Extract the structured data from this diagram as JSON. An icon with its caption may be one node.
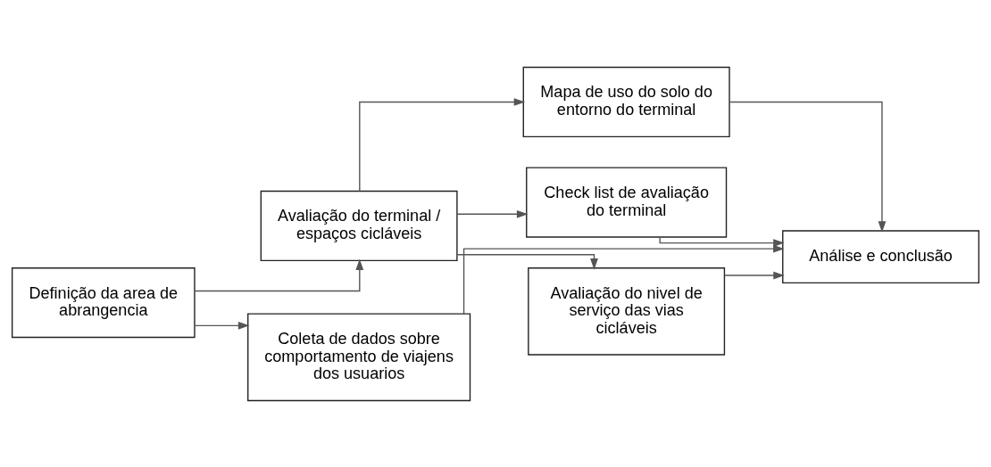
{
  "diagram": {
    "nodes": [
      {
        "text": [
          "Definição da area de abrangencia"
        ]
      },
      {
        "text": [
          "Avaliação do terminal / espaços cicláveis"
        ]
      },
      {
        "text": [
          "Coleta de dados sobre comportamento de viajens dos usuarios"
        ]
      },
      {
        "text": [
          "Mapa de uso do solo do entorno do terminal"
        ]
      },
      {
        "text": [
          "Check list de avaliação do terminal"
        ]
      },
      {
        "text": [
          "Avaliação do nivel de serviço das vias cicláveis"
        ]
      },
      {
        "text": [
          "Análise e conclusão"
        ]
      }
    ],
    "edges": [
      {
        "from": 0,
        "to": 1,
        "arrow": "to"
      },
      {
        "from": 0,
        "to": 2,
        "arrow": "to"
      },
      {
        "from": 1,
        "to": 3,
        "arrow": "to"
      },
      {
        "from": 1,
        "to": 4,
        "arrow": "to"
      },
      {
        "from": 1,
        "to": 5,
        "arrow": "to"
      },
      {
        "from": 3,
        "to": 6,
        "arrow": "to"
      },
      {
        "from": 4,
        "to": 6,
        "arrow": "to"
      },
      {
        "from": 5,
        "to": 6,
        "arrow": "to"
      },
      {
        "from": 2,
        "to": 6,
        "arrow": "to"
      }
    ]
  }
}
